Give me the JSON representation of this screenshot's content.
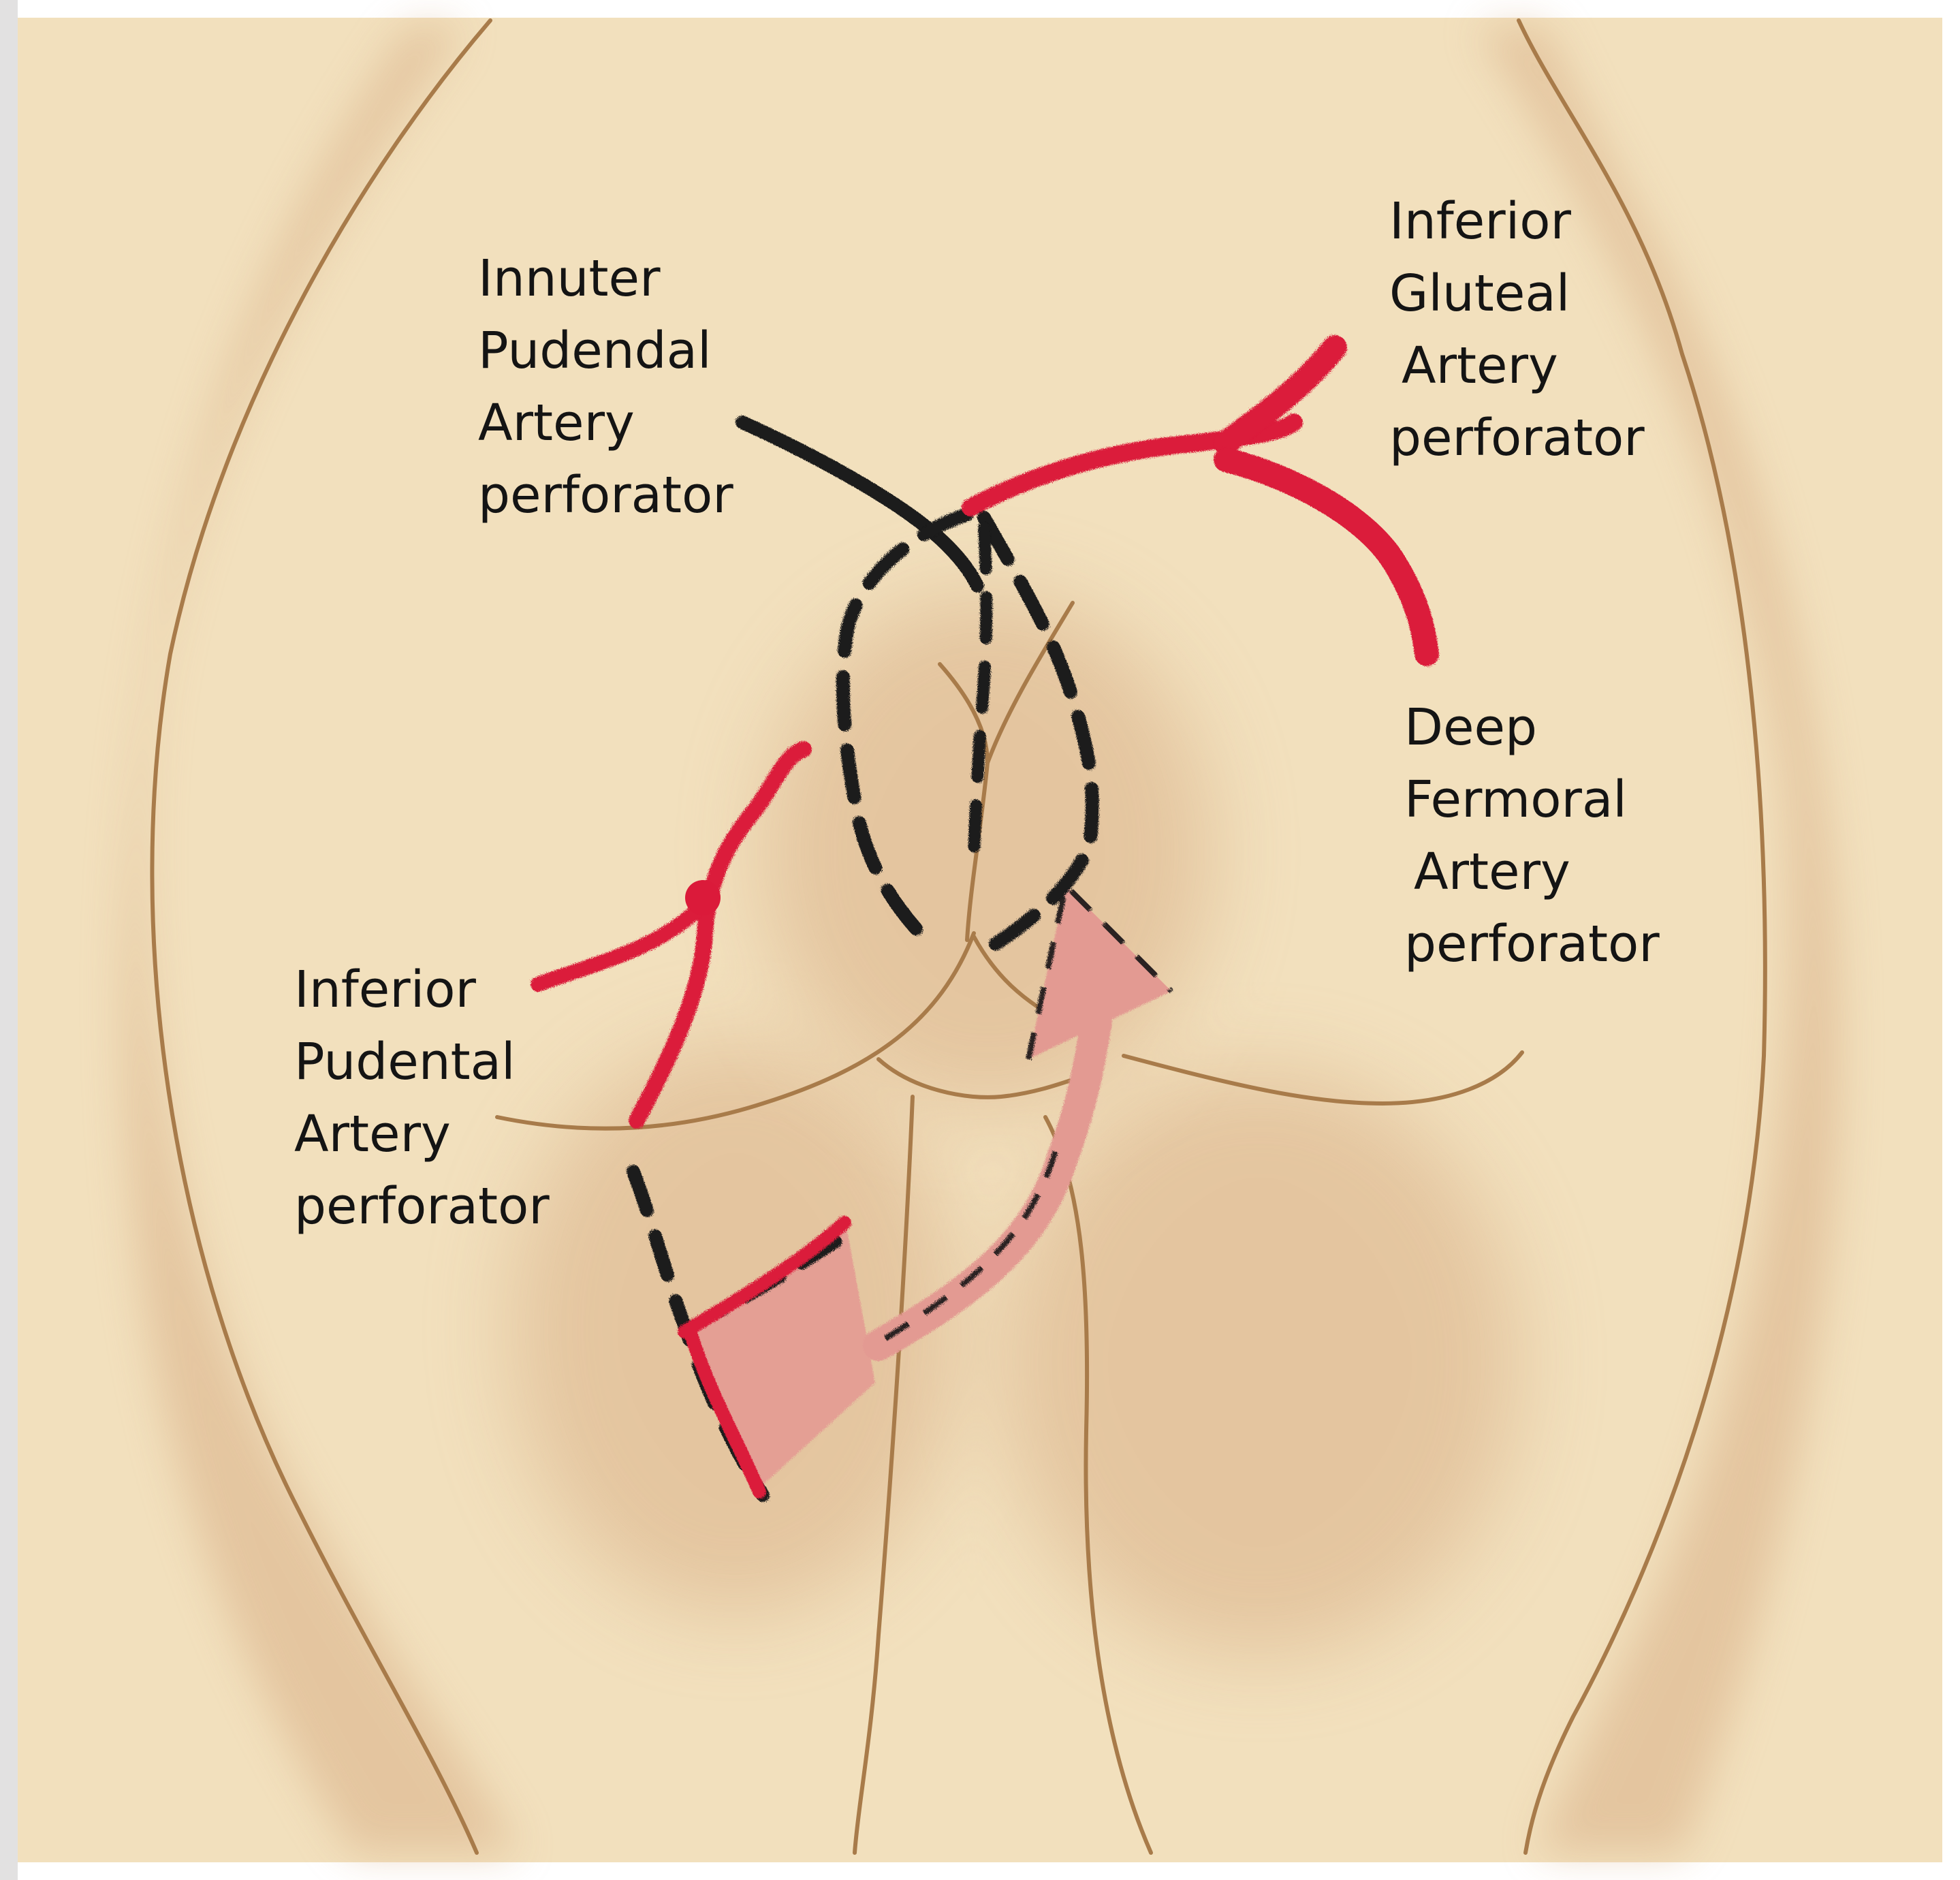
{
  "labels": {
    "internal_pudendal": [
      "Innuter",
      "Pudendal",
      "Artery",
      "perforator"
    ],
    "inferior_gluteal": [
      "Inferior",
      "Gluteal",
      "Artery",
      "perforator"
    ],
    "deep_femoral": [
      "Deep",
      "Fermoral",
      "Artery",
      "perforator"
    ],
    "inferior_pudendal": [
      "Inferior",
      "Pudental",
      "Artery",
      "perforator"
    ]
  },
  "colors": {
    "skin": "#f2e0bd",
    "shading": "#d9b088",
    "contour": "#a87b4a",
    "artery": "#db1a3a",
    "flap_fill": "#e39a92",
    "marking": "#1a1a1a",
    "text": "#141414"
  }
}
